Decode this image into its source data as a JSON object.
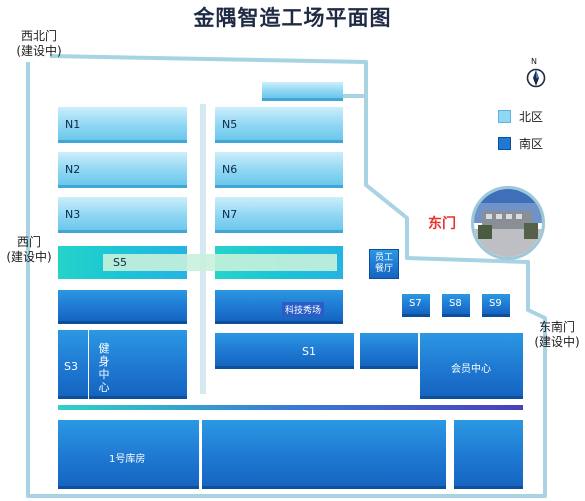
{
  "title": "金隅智造工场平面图",
  "gates": {
    "northwest": [
      "西北门",
      "(建设中)"
    ],
    "west": [
      "西门",
      "(建设中)"
    ],
    "east": "东门",
    "southeast": [
      "东南门",
      "(建设中)"
    ]
  },
  "compass": "N",
  "legend": {
    "north": "北区",
    "south": "南区",
    "north_color": "#8fd7f3",
    "south_color": "#1f79d2"
  },
  "blocks": {
    "n1": "N1",
    "n2": "N2",
    "n3": "N3",
    "n5": "N5",
    "n6": "N6",
    "n7": "N7",
    "s5": "S5",
    "staff_canteen": [
      "员工",
      "餐厅"
    ],
    "tech_show": "科技秀场",
    "s7": "S7",
    "s8": "S8",
    "s9": "S9",
    "s3": "S3",
    "gym": [
      "健",
      "身",
      "中",
      "心"
    ],
    "s1": "S1",
    "member_center": "会员中心",
    "warehouse1": "1号库房"
  },
  "colors": {
    "title": "#1f2a44",
    "east_gate": "#e5322d",
    "road": "#a7d3e3"
  }
}
